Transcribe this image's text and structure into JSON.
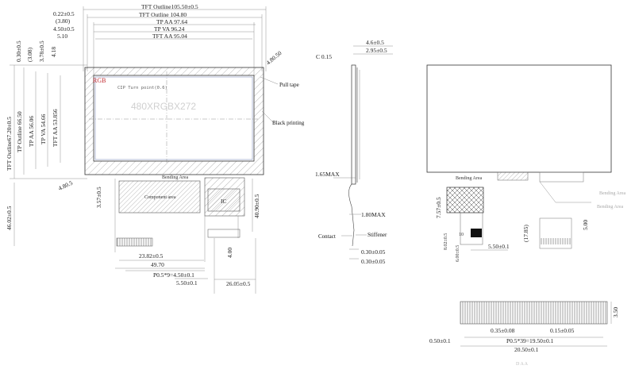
{
  "front_view": {
    "top_dims": [
      "TFT Outline105.50±0.5",
      "TFT Outline 104.80",
      "TP AA 97.64",
      "TP VA 96.24",
      "TFT AA 95.04"
    ],
    "top_left_dims": [
      "0.22±0.5",
      "(3.80)",
      "4.50±0.5",
      "5.10"
    ],
    "vertical_small": [
      "0.30±0.5",
      "(3.08)",
      "3.78±0.5",
      "4.18"
    ],
    "left_dims": [
      "TFT Outline67.20±0.5",
      "TP Outline 66.50",
      "TP AA 56.06",
      "TP VA 54.66",
      "TFT AA 53.856"
    ],
    "corner_tr": "4.80.50",
    "corner_bl": "4.80.5",
    "rgb": "RGB",
    "cip": "CIP Turn point(0.6)",
    "watermark": "480XRGBX272",
    "pull_tape": "Pull tape",
    "black_printing": "Black printing",
    "bending_area": "Bending Area",
    "component_area": "Component area",
    "ic": "IC",
    "left_total": "46.02±0.5",
    "fpc_h": "3.57±0.5",
    "right_fpc": "40.90±0.5",
    "fpc_width1": "23.82±0.5",
    "fpc_width2": "49.70",
    "pitch": "P0.5*9=4.50±0.1",
    "pin": "5.50±0.1",
    "offset": "26.05±0.5",
    "tail": "4.00"
  },
  "side_view": {
    "top1": "4.6±0.5",
    "top2": "2.95±0.5",
    "chamfer": "C 0.15",
    "max1": "1.65MAX",
    "max2": "1.80MAX",
    "contact": "Contact",
    "stiffener": "Stiffener",
    "t1": "0.30±0.05",
    "t2": "0.30±0.05"
  },
  "rear_view": {
    "bending_area": "Bending Area",
    "d1": "7.57±0.5",
    "d2": "8.02±0.5",
    "d3": "6.00±0.5",
    "d4": "5.50±0.1",
    "d5": "(17.85)",
    "d6": "5.00",
    "num": "10",
    "r_label1": "Bending Area",
    "r_label2": "Bending Area"
  },
  "fpc_detail": {
    "h": "3.50",
    "w1": "0.35±0.08",
    "w2": "0.15±0.05",
    "pitch": "P0.5*39=19.50±0.1",
    "total": "20.50±0.1",
    "left": "0.50±0.1",
    "foot": "D  A  A"
  }
}
